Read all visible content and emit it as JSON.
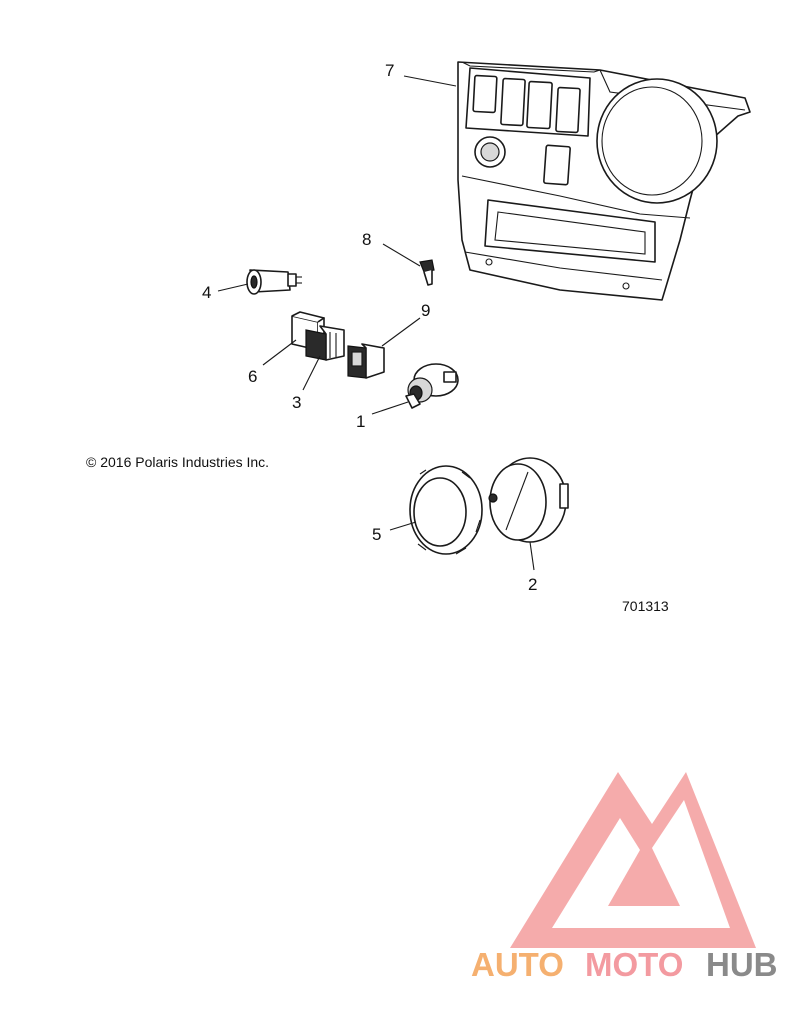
{
  "copyright": "© 2016 Polaris Industries Inc.",
  "part_number": "701313",
  "callouts": [
    "1",
    "2",
    "3",
    "4",
    "5",
    "6",
    "7",
    "8",
    "9"
  ],
  "watermark": {
    "word_a": "AUTO",
    "word_b": "MOTO",
    "word_c": "HUB",
    "color_a": "#f5b070",
    "color_b": "#f39aa0",
    "color_c": "#8a8a8a",
    "logo_color": "#f4a3a3"
  }
}
